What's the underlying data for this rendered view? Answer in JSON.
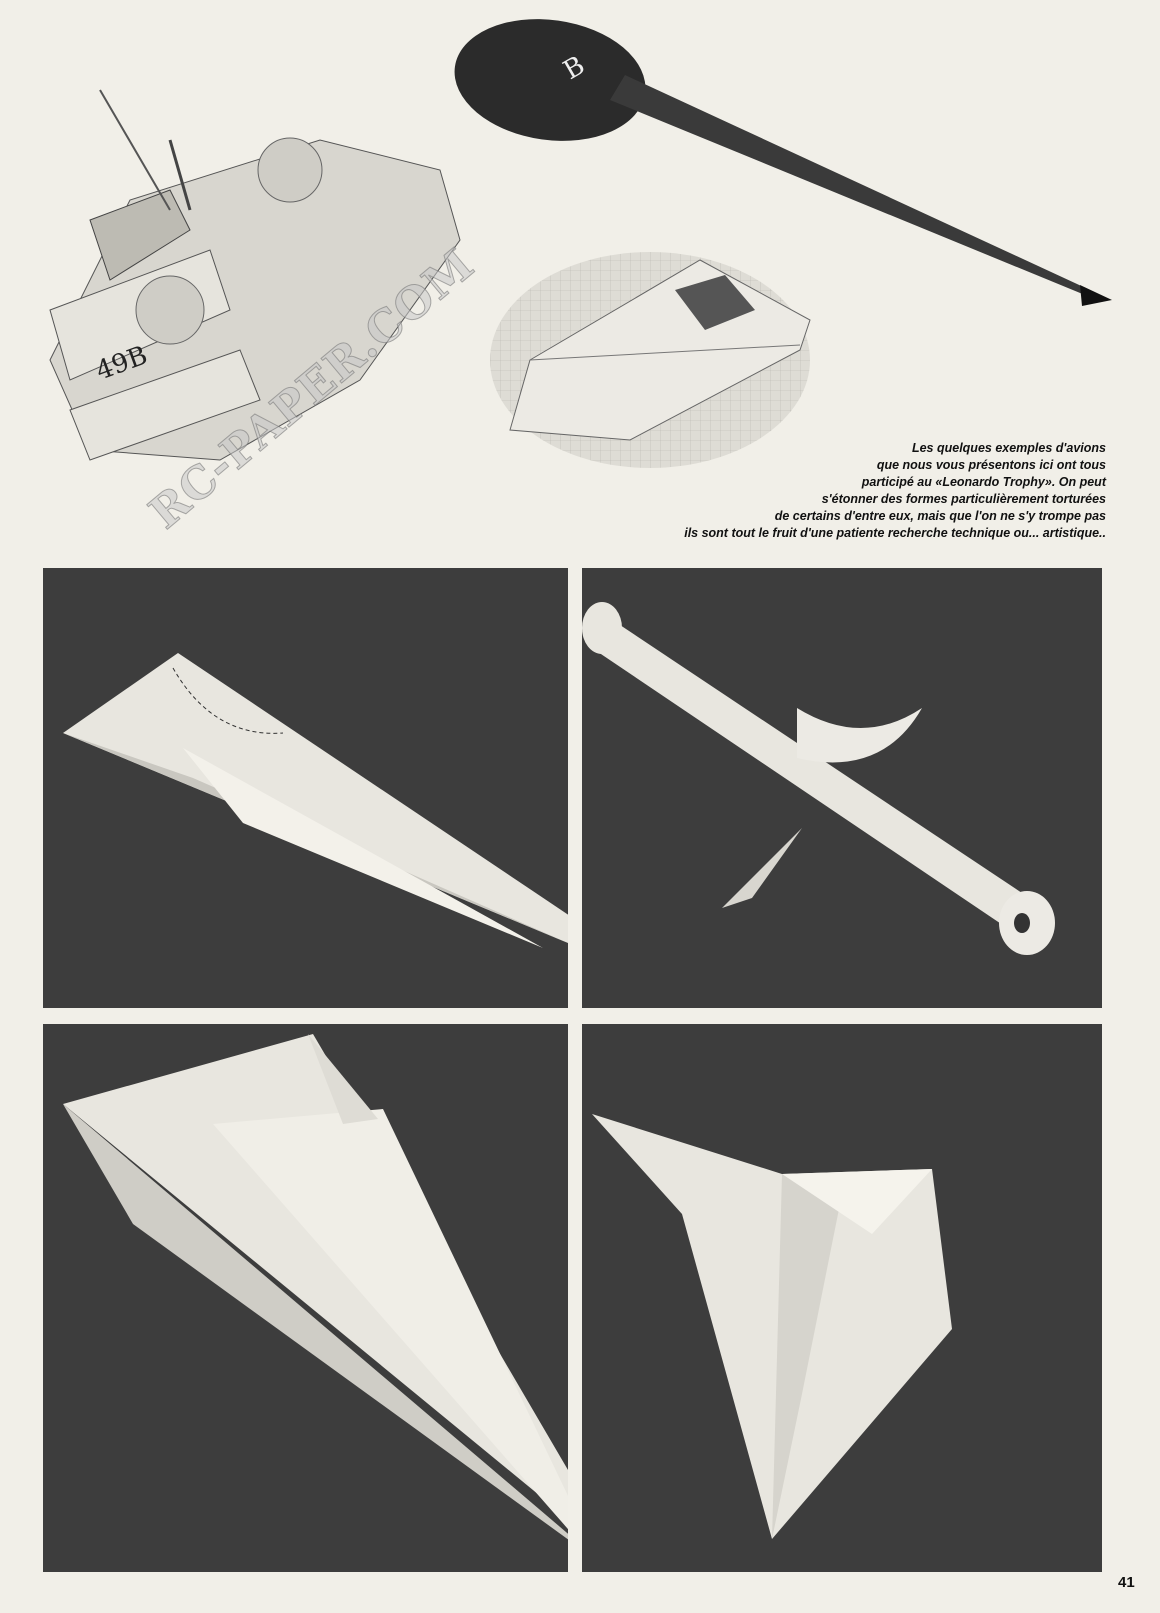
{
  "watermark": "RC-PAPER.COM",
  "caption": {
    "lines": [
      "Les quelques exemples d'avions",
      "que nous vous présentons ici ont tous",
      "participé au «Leonardo Trophy». On peut",
      "s'étonner des formes particulièrement torturées",
      "de certains d'entre eux, mais que l'on ne s'y trompe pas",
      "ils sont tout le fruit d'une patiente recherche technique ou... artistique.."
    ]
  },
  "page_number": "41",
  "colors": {
    "paper": "#f1efe8",
    "photo_background": "#3d3d3d",
    "model_paper": "#e8e6df"
  }
}
